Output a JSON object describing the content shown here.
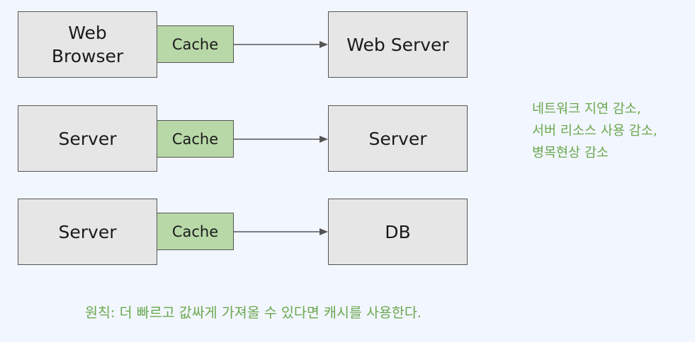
{
  "rows": [
    {
      "source_lines": [
        "Web",
        "Browser"
      ],
      "cache_label": "Cache",
      "target_label": "Web Server"
    },
    {
      "source_lines": [
        "Server"
      ],
      "cache_label": "Cache",
      "target_label": "Server"
    },
    {
      "source_lines": [
        "Server"
      ],
      "cache_label": "Cache",
      "target_label": "DB"
    }
  ],
  "benefits": [
    "네트워크 지연 감소,",
    "서버 리소스 사용 감소,",
    "병목현상 감소"
  ],
  "principle": "원칙: 더 빠르고 값싸게 가져올 수 있다면 캐시를 사용한다.",
  "colors": {
    "background": "#f2f6fe",
    "box_fill": "#e6e6e6",
    "cache_fill": "#b8d8a8",
    "note_text": "#6aa84f",
    "border": "#555555"
  }
}
